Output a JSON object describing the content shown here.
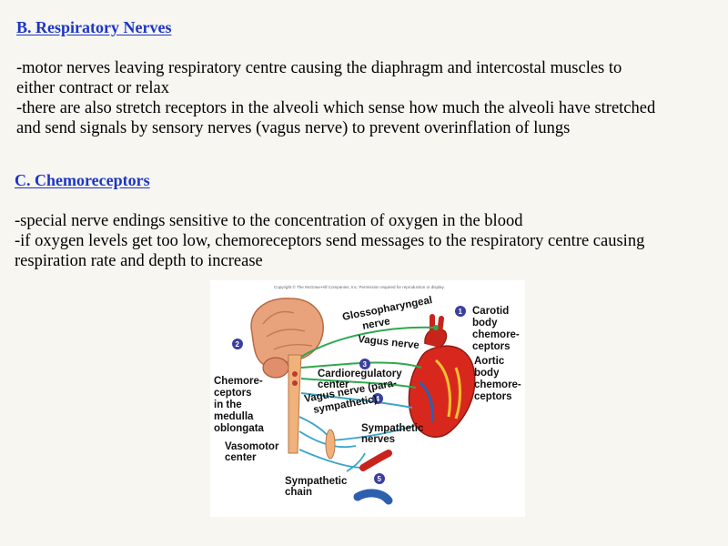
{
  "section_b": {
    "heading": "B.  Respiratory Nerves",
    "lines": [
      "-motor nerves leaving respiratory centre causing the diaphragm and intercostal muscles to",
      "either contract or relax",
      "-there are also stretch receptors in the alveoli which sense how much the alveoli have stretched",
      "and send signals by sensory nerves (vagus nerve) to prevent overinflation of lungs"
    ]
  },
  "section_c": {
    "heading": "C.  Chemoreceptors",
    "lines": [
      "-special nerve endings sensitive to the concentration of oxygen in the blood",
      "-if oxygen levels get too low, chemoreceptors send messages to the respiratory centre causing",
      "respiration rate and depth to increase"
    ]
  },
  "figure": {
    "copyright": "Copyright © The McGraw-Hill Companies, Inc. Permission required for reproduction or display.",
    "labels": {
      "glosso_1": "Glossopharyngeal",
      "glosso_2": "nerve",
      "vagus": "Vagus nerve",
      "carotid_1": "Carotid",
      "carotid_2": "body",
      "carotid_3": "chemore-",
      "carotid_4": "ceptors",
      "aortic_1": "Aortic",
      "aortic_2": "body",
      "aortic_3": "chemore-",
      "aortic_4": "ceptors",
      "chemo_1": "Chemore-",
      "chemo_2": "ceptors",
      "chemo_3": "in the",
      "chemo_4": "medulla",
      "chemo_5": "oblongata",
      "cardio_1": "Cardioregulatory",
      "cardio_2": "center",
      "vaguspara_1": "Vagus nerve (para-",
      "vaguspara_2": "sympathetic)",
      "symnerves_1": "Sympathetic",
      "symnerves_2": "nerves",
      "vasomotor_1": "Vasomotor",
      "vasomotor_2": "center",
      "symchain_1": "Sympathetic",
      "symchain_2": "chain"
    },
    "markers": [
      "1",
      "2",
      "3",
      "4",
      "5"
    ],
    "colors": {
      "brain": "#e9a37c",
      "brainstem": "#f0b27a",
      "heart": "#d8281e",
      "coronary": "#f2c230",
      "nerve_green": "#2fa84f",
      "nerve_blue": "#3aa6c8",
      "marker": "#3a3f9e",
      "artery": "#c8241c",
      "vein": "#2e5fae"
    }
  }
}
